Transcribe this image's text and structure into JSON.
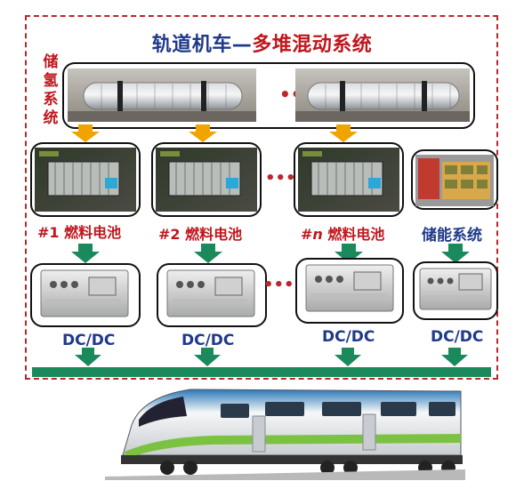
{
  "title": {
    "part1": "轨道机车—",
    "part2": "多堆混动系统"
  },
  "hydrogen_label": [
    "储",
    "氢",
    "系",
    "统"
  ],
  "ellipsis": "•••",
  "fuel_cells": [
    {
      "prefix": "#1 ",
      "label": "燃料电池"
    },
    {
      "prefix": "#2 ",
      "label": "燃料电池"
    },
    {
      "prefix": "#",
      "italic": "n",
      "label": " 燃料电池"
    }
  ],
  "storage_label": "储能系统",
  "converters": [
    "DC/DC",
    "DC/DC",
    "DC/DC",
    "DC/DC"
  ],
  "colors": {
    "frame": "#b8282c",
    "title_blue": "#1f3a8a",
    "title_red": "#c0161c",
    "arrow_orange": "#f0a400",
    "arrow_green": "#1a8a5c",
    "bus": "#1a8a5c"
  }
}
